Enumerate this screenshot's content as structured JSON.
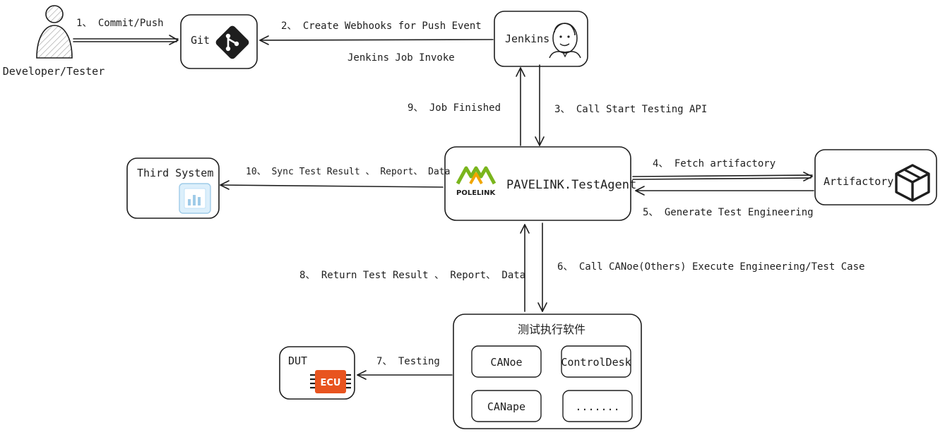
{
  "colors": {
    "stroke": "#1e1e1e",
    "pole_green": "#7ab51d",
    "pole_orange": "#f0a500",
    "ecu_orange": "#e8541f",
    "chart_blue": "#bfe1f7"
  },
  "nodes": {
    "developer": {
      "label": "Developer/Tester",
      "icon": "person-icon"
    },
    "git": {
      "label": "Git",
      "icon": "git-icon"
    },
    "jenkins": {
      "label": "Jenkins",
      "icon": "jenkins-icon"
    },
    "testagent": {
      "label": "PAVELINK.TestAgent",
      "logo_text": "POLELINK",
      "icon": "polelink-logo"
    },
    "artifactory": {
      "label": "Artifactory",
      "icon": "box-icon"
    },
    "third_system": {
      "label": "Third System",
      "icon": "bar-chart-icon"
    },
    "exec_software": {
      "label": "测试执行软件",
      "items": [
        "CANoe",
        "ControlDesk",
        "CANape",
        "......."
      ]
    },
    "dut": {
      "label": "DUT",
      "chip_label": "ECU",
      "icon": "chip-icon"
    }
  },
  "edges": {
    "e1": "1、 Commit/Push",
    "e2": "2、 Create Webhooks for Push Event",
    "e2b": "Jenkins Job Invoke",
    "e3": "3、 Call Start Testing API",
    "e4": "4、 Fetch artifactory",
    "e5": "5、 Generate Test Engineering",
    "e6": "6、 Call CANoe(Others) Execute Engineering/Test Case",
    "e7": "7、 Testing",
    "e8": "8、 Return Test Result 、 Report、 Data",
    "e9": "9、 Job Finished",
    "e10": "10、 Sync Test Result 、 Report、 Data"
  }
}
